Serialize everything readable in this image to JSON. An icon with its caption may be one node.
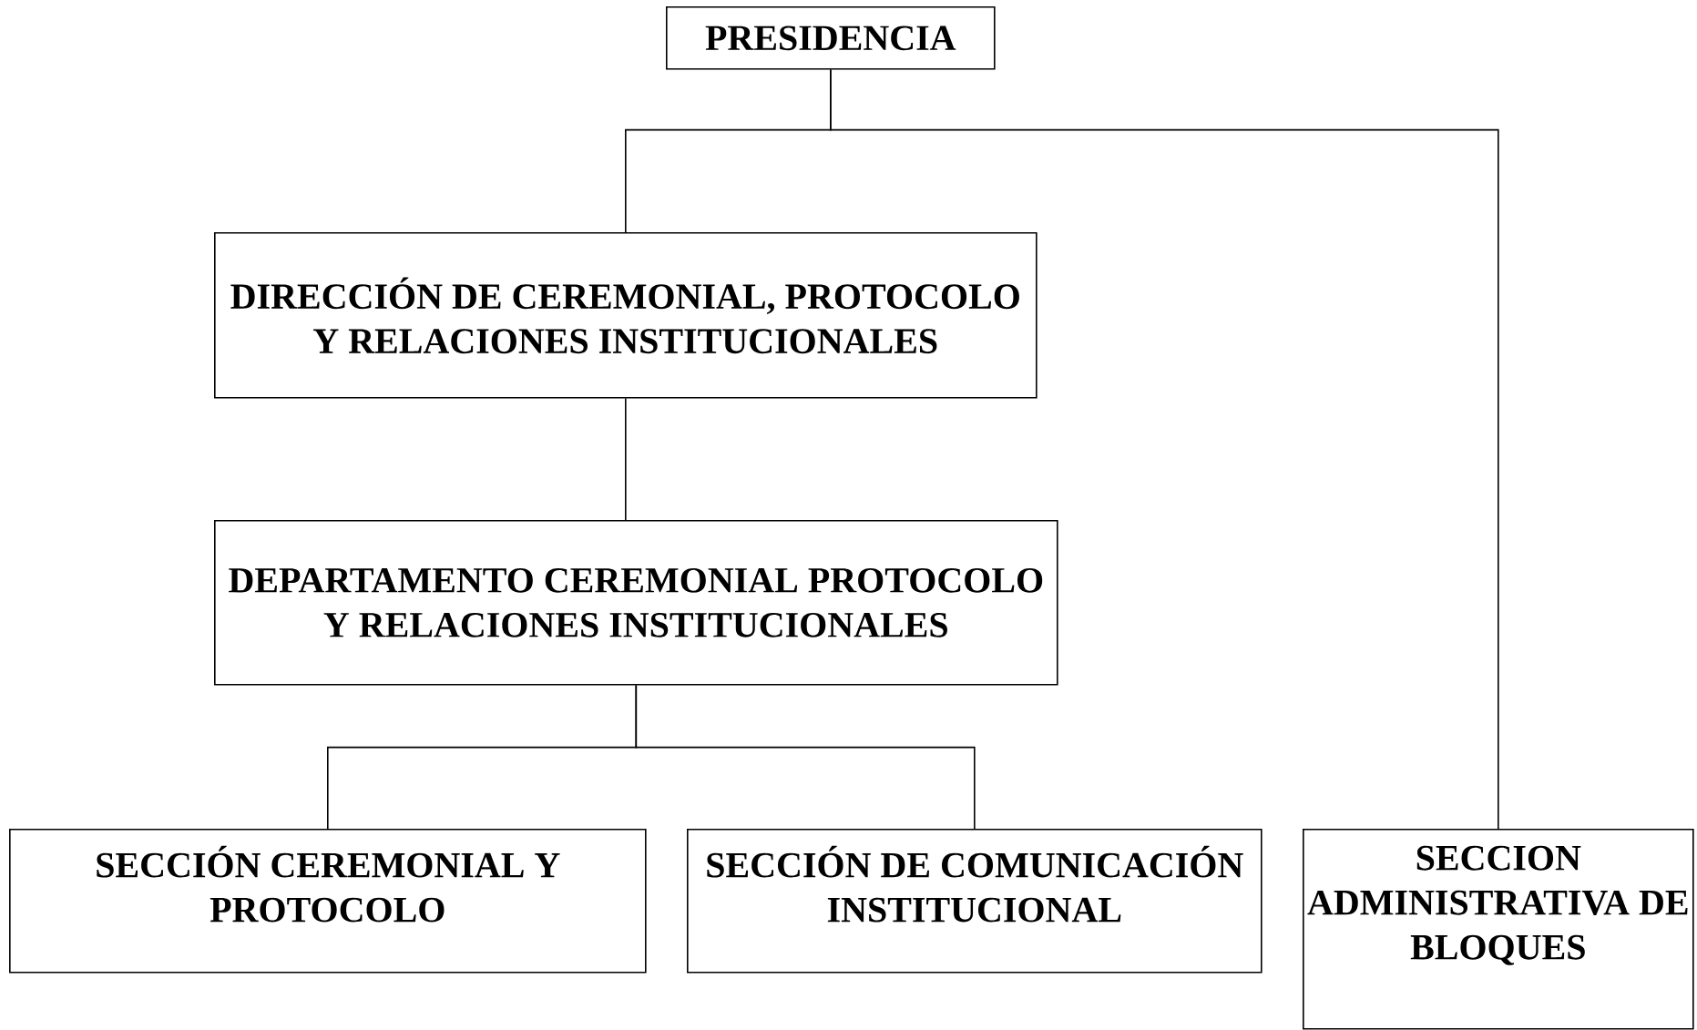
{
  "diagram": {
    "nodes": [
      {
        "text": [
          "PRESIDENCIA"
        ]
      },
      {
        "text": [
          "DIRECCIÓN DE CEREMONIAL, PROTOCOLO Y RELACIONES INSTITUCIONALES"
        ]
      },
      {
        "text": [
          "DEPARTAMENTO CEREMONIAL PROTOCOLO Y RELACIONES INSTITUCIONALES"
        ]
      },
      {
        "text": [
          "SECCIÓN CEREMONIAL Y PROTOCOLO"
        ]
      },
      {
        "text": [
          "SECCIÓN DE COMUNICACIÓN INSTITUCIONAL"
        ]
      },
      {
        "text": [
          "SECCION ADMINISTRATIVA DE BLOQUES"
        ]
      }
    ],
    "edges": [
      {
        "from": 0,
        "to": 1,
        "arrow": "none"
      },
      {
        "from": 0,
        "to": 5,
        "arrow": "none"
      },
      {
        "from": 1,
        "to": 2,
        "arrow": "none"
      },
      {
        "from": 2,
        "to": 3,
        "arrow": "none"
      },
      {
        "from": 2,
        "to": 4,
        "arrow": "none"
      }
    ]
  }
}
